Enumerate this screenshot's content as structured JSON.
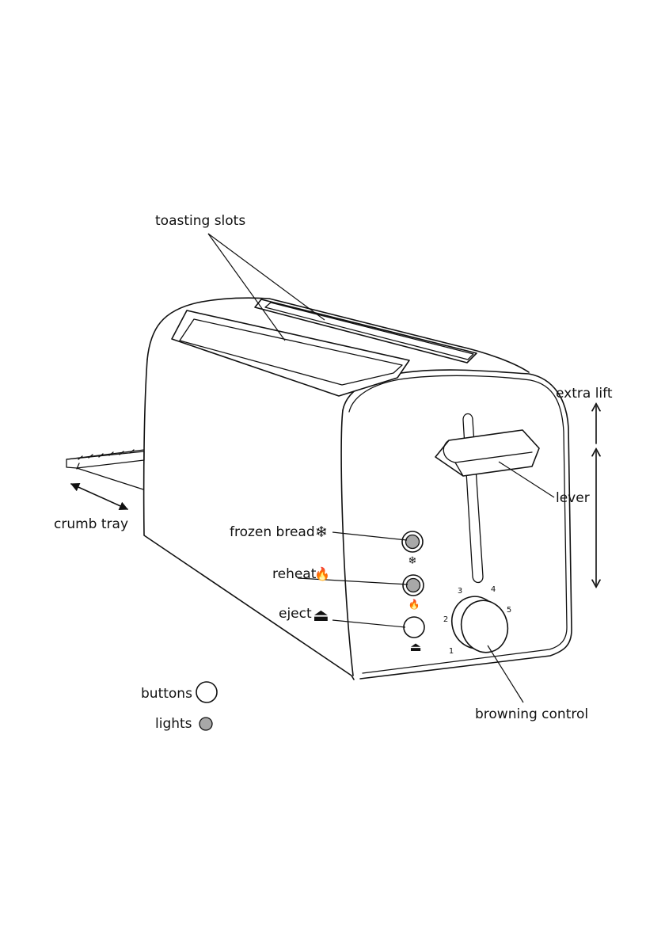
{
  "labels": {
    "toasting_slots": "toasting slots",
    "extra_lift": "extra lift",
    "lever": "lever",
    "crumb_tray": "crumb tray",
    "frozen_bread": "frozen bread",
    "reheat": "reheat",
    "eject": "eject",
    "browning_control": "browning control"
  },
  "icons": {
    "frozen": "❄",
    "reheat": "🔥",
    "eject": "⏏"
  },
  "dial_settings": [
    "1",
    "2",
    "3",
    "4",
    "5"
  ],
  "legend": {
    "buttons": "buttons",
    "lights": "lights"
  },
  "colors": {
    "ink": "#111111",
    "light_fill": "#a8a8a8",
    "background": "#ffffff"
  }
}
